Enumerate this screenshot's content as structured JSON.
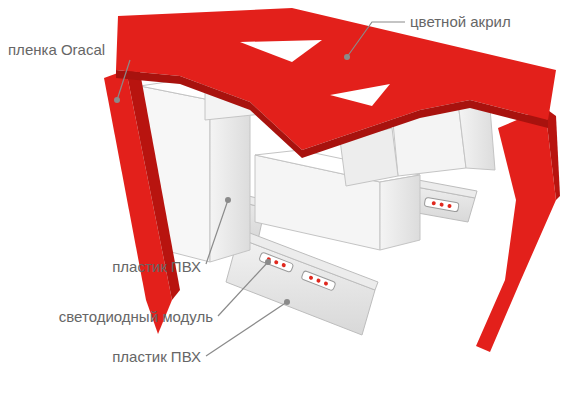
{
  "diagram": {
    "labels": [
      "цветной акрил",
      "пленка Oracal",
      "пластик ПВХ",
      "светодиодный модуль",
      "пластик ПВХ"
    ]
  }
}
